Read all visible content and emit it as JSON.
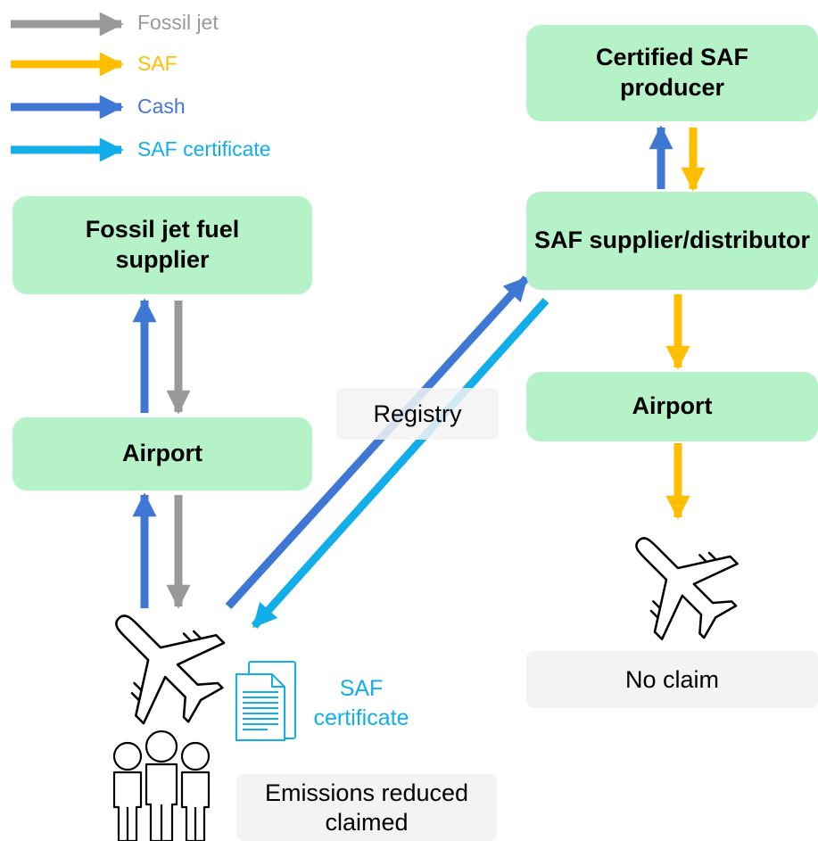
{
  "legend": [
    {
      "label": "Fossil jet",
      "color": "#999999"
    },
    {
      "label": "SAF",
      "color": "#ffbe00"
    },
    {
      "label": "Cash",
      "color": "#3f78d4"
    },
    {
      "label": "SAF certificate",
      "color": "#12aee9"
    }
  ],
  "nodes": {
    "fossil_supplier": "Fossil jet fuel supplier",
    "airport_left": "Airport",
    "saf_producer": "Certified SAF producer",
    "saf_supplier": "SAF supplier/distributor",
    "airport_right": "Airport"
  },
  "labels": {
    "registry": "Registry",
    "certificate": "SAF certificate",
    "emissions_claim": "Emissions reduced claimed",
    "no_claim": "No claim"
  },
  "icons": [
    "airplane-icon",
    "certificate-document-icon",
    "people-icon"
  ],
  "colors": {
    "node_fill": "#b6f2c8",
    "note_fill": "#f3f3f3",
    "fossil": "#999999",
    "saf": "#ffbe00",
    "cash": "#3f78d4",
    "certificate": "#12aee9"
  }
}
